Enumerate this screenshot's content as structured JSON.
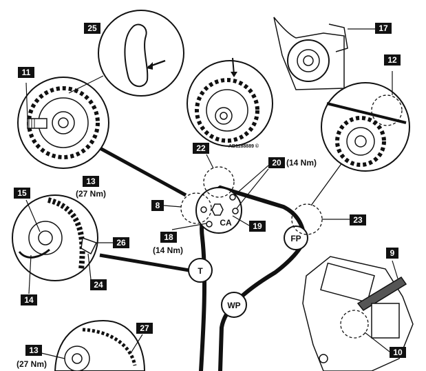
{
  "callouts": {
    "c8": "8",
    "c9": "9",
    "c10": "10",
    "c11": "11",
    "c12": "12",
    "c13a": "13",
    "c13b": "13",
    "c14": "14",
    "c15": "15",
    "c17": "17",
    "c18": "18",
    "c19": "19",
    "c20": "20",
    "c22": "22",
    "c23": "23",
    "c24": "24",
    "c25": "25",
    "c26": "26",
    "c27": "27"
  },
  "torques": {
    "t13a": "(27 Nm)",
    "t13b": "(27 Nm)",
    "t18": "(14 Nm)",
    "t20": "(14 Nm)"
  },
  "pulleys": {
    "camshaft": "CA",
    "fuel_pump": "FP",
    "tensioner": "T",
    "water_pump": "WP"
  },
  "reference_code": "AB1188889 ©",
  "colors": {
    "ink": "#111111",
    "label_bg": "#111111",
    "label_text": "#ffffff",
    "paper": "#ffffff"
  }
}
